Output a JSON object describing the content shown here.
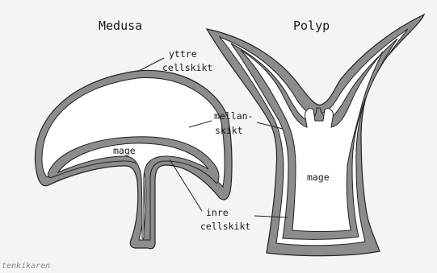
{
  "titles": {
    "medusa": "Medusa",
    "polyp": "Polyp"
  },
  "labels": {
    "yttre_line1": "yttre",
    "yttre_line2": "cellskikt",
    "mellan_line1": "mellan-",
    "mellan_line2": "skikt",
    "inre_line1": "inre",
    "inre_line2": "cellskikt",
    "mage_medusa": "mage",
    "mage_polyp": "mage"
  },
  "credit": "tenkikaren",
  "colors": {
    "background": "#f4f4f4",
    "layer": "#8c8c8c",
    "inner": "#ffffff",
    "outline": "#222222"
  }
}
